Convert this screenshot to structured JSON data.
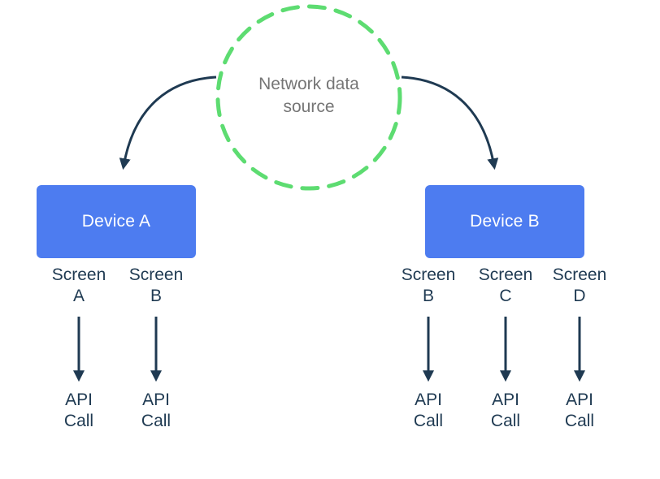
{
  "colors": {
    "background": "#ffffff",
    "source_circle": "#5ddc71",
    "source_text": "#757575",
    "device_fill": "#4d7cf0",
    "device_text": "#ffffff",
    "flow_text": "#1f3a52",
    "arrow": "#1f3a52"
  },
  "source": {
    "line1": "Network data",
    "line2": "source"
  },
  "devices": [
    {
      "label": "Device A",
      "screens": [
        {
          "screen_line1": "Screen",
          "screen_line2": "A",
          "api_line1": "API",
          "api_line2": "Call"
        },
        {
          "screen_line1": "Screen",
          "screen_line2": "B",
          "api_line1": "API",
          "api_line2": "Call"
        }
      ]
    },
    {
      "label": "Device B",
      "screens": [
        {
          "screen_line1": "Screen",
          "screen_line2": "B",
          "api_line1": "API",
          "api_line2": "Call"
        },
        {
          "screen_line1": "Screen",
          "screen_line2": "C",
          "api_line1": "API",
          "api_line2": "Call"
        },
        {
          "screen_line1": "Screen",
          "screen_line2": "D",
          "api_line1": "API",
          "api_line2": "Call"
        }
      ]
    }
  ]
}
